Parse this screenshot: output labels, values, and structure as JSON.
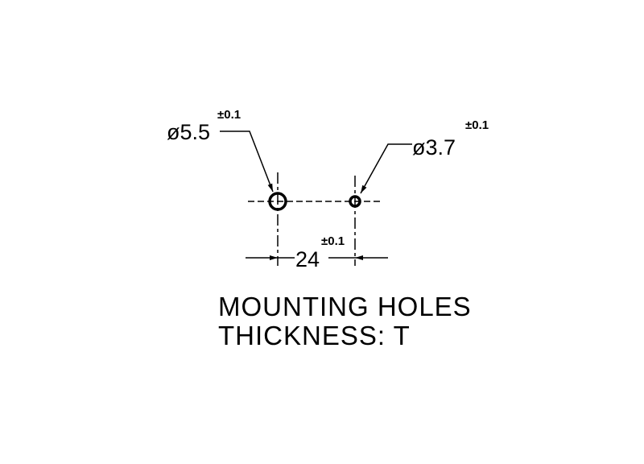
{
  "drawing": {
    "hole_large": {
      "diameter_label": "ø5.5",
      "tolerance": "±0.1"
    },
    "hole_small": {
      "diameter_label": "ø3.7",
      "tolerance": "±0.1"
    },
    "spacing": {
      "value": "24",
      "tolerance": "±0.1"
    },
    "caption_line1": "MOUNTING HOLES",
    "caption_line2": "THICKNESS: T",
    "line_color": "#000000"
  }
}
